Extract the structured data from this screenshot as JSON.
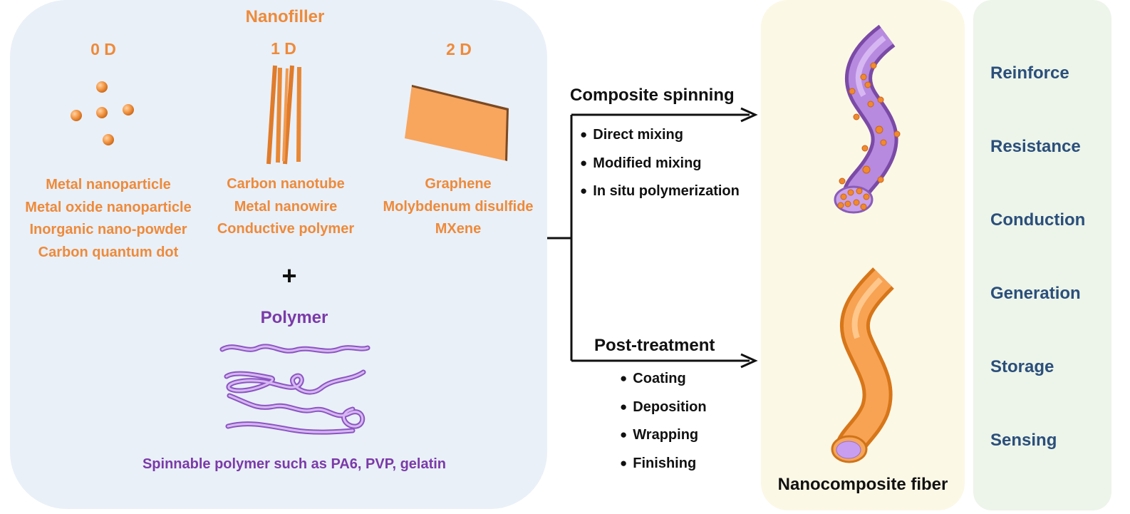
{
  "nanofiller": {
    "title": "Nanofiller",
    "dim0": "0 D",
    "dim1": "1 D",
    "dim2": "2 D",
    "list0": [
      "Metal nanoparticle",
      "Metal oxide nanoparticle",
      "Inorganic nano-powder",
      "Carbon quantum dot"
    ],
    "list1": [
      "Carbon nanotube",
      "Metal nanowire",
      "Conductive polymer"
    ],
    "list2": [
      "Graphene",
      "Molybdenum disulfide",
      "MXene"
    ]
  },
  "plus": "+",
  "polymer": {
    "title": "Polymer",
    "caption": "Spinnable polymer such as PA6, PVP, gelatin"
  },
  "composite_spinning": {
    "title": "Composite spinning",
    "methods": [
      "Direct mixing",
      "Modified mixing",
      "In situ polymerization"
    ]
  },
  "post_treatment": {
    "title": "Post-treatment",
    "methods": [
      "Coating",
      "Deposition",
      "Wrapping",
      "Finishing"
    ]
  },
  "fiber": {
    "label": "Nanocomposite fiber"
  },
  "applications": [
    "Reinforce",
    "Resistance",
    "Conduction",
    "Generation",
    "Storage",
    "Sensing"
  ],
  "colors": {
    "nanofiller": "#ee8a3a",
    "polymer": "#7b3aa8",
    "application": "#2b4f7b",
    "left_panel": "#e9f0f8",
    "fiber_panel": "#fcf8e6",
    "apps_panel": "#edf5ea"
  }
}
